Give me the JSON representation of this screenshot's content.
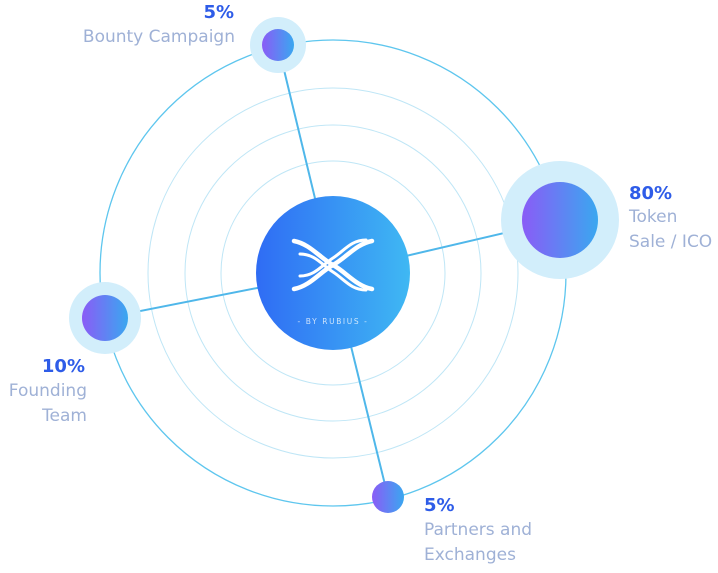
{
  "center": {
    "logo": "x-weave-logo",
    "caption": "- BY RUBIUS -"
  },
  "segments": [
    {
      "id": "bounty",
      "percent": "5%",
      "label": "Bounty Campaign",
      "value": 5
    },
    {
      "id": "token-sale",
      "percent": "80%",
      "label": "Token\nSale / ICO",
      "value": 80
    },
    {
      "id": "founding-team",
      "percent": "10%",
      "label": "Founding\nTeam",
      "value": 10
    },
    {
      "id": "partners",
      "percent": "5%",
      "label": "Partners and\nExchanges",
      "value": 5
    }
  ],
  "colors": {
    "ring": "#5ec6ee",
    "inner_ring": "#bfe6f6",
    "halo": "#d2eefb",
    "percent_text": "#2e5ce8",
    "label_text": "#9fb1d6",
    "center_gradient_start": "#2f6cf4",
    "center_gradient_end": "#3fb8f3",
    "node_gradient_start": "#8a5cf6",
    "node_gradient_end": "#3aa7f0"
  }
}
